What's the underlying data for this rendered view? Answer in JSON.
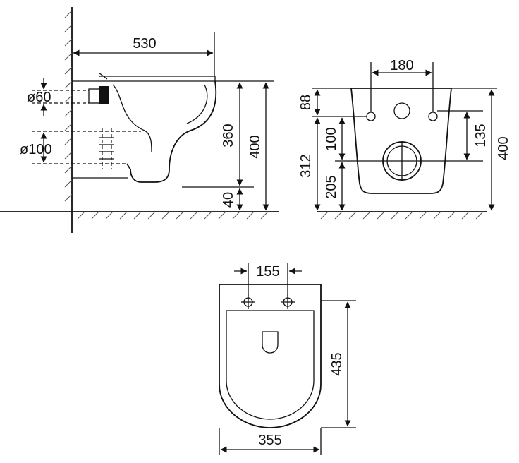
{
  "side_view": {
    "width_label": "530",
    "pipe_small_label": "ø60",
    "pipe_large_label": "ø100",
    "height_inner_label": "360",
    "height_total_label": "400",
    "floor_gap_label": "40"
  },
  "front_view": {
    "bolt_spacing_label": "180",
    "top_offset_label": "88",
    "inlet_spacing_label": "100",
    "lower_height_label": "312",
    "outlet_height_label": "205",
    "outlet_offset_label": "135",
    "height_total_label": "400"
  },
  "top_view": {
    "bolt_spacing_label": "155",
    "depth_label": "435",
    "width_label": "355"
  }
}
